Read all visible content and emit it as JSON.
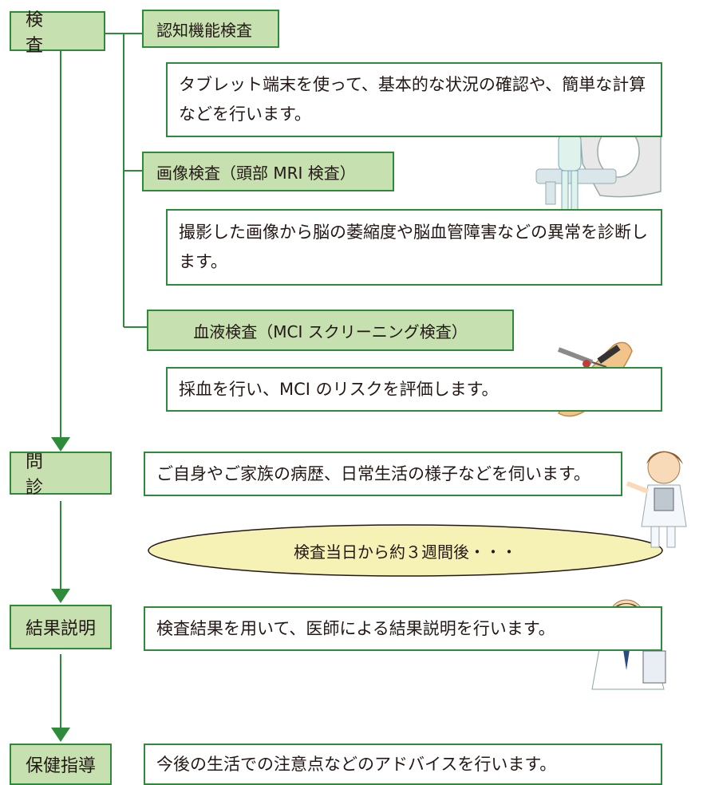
{
  "steps": {
    "exam": "検　査",
    "interview": "問　診",
    "results": "結果説明",
    "guidance": "保健指導"
  },
  "tests": {
    "cognitive": {
      "label": "認知機能検査",
      "desc": "タブレット端末を使って、基本的な状況の確認や、簡単な計算などを行います。"
    },
    "imaging": {
      "label": "画像検査（頭部 MRI 検査）",
      "desc": "撮影した画像から脳の萎縮度や脳血管障害などの異常を診断します。"
    },
    "blood": {
      "label": "血液検査（MCI スクリーニング検査）",
      "desc": "採血を行い、MCI のリスクを評価します。"
    }
  },
  "interview_desc": "ご自身やご家族の病歴、日常生活の様子などを伺います。",
  "timing_note": "検査当日から約３週間後・・・",
  "results_desc": "検査結果を用いて、医師による結果説明を行います。",
  "guidance_desc": "今後の生活での注意点などのアドバイスを行います。",
  "colors": {
    "step_fill": "#c6e0b0",
    "border_green": "#2e8b3a",
    "ellipse_fill": "#f6f1b4"
  },
  "illustrations": [
    "nurse-mri-illustration",
    "blood-draw-illustration",
    "nurse-clipboard-illustration",
    "doctor-clipboard-illustration"
  ]
}
